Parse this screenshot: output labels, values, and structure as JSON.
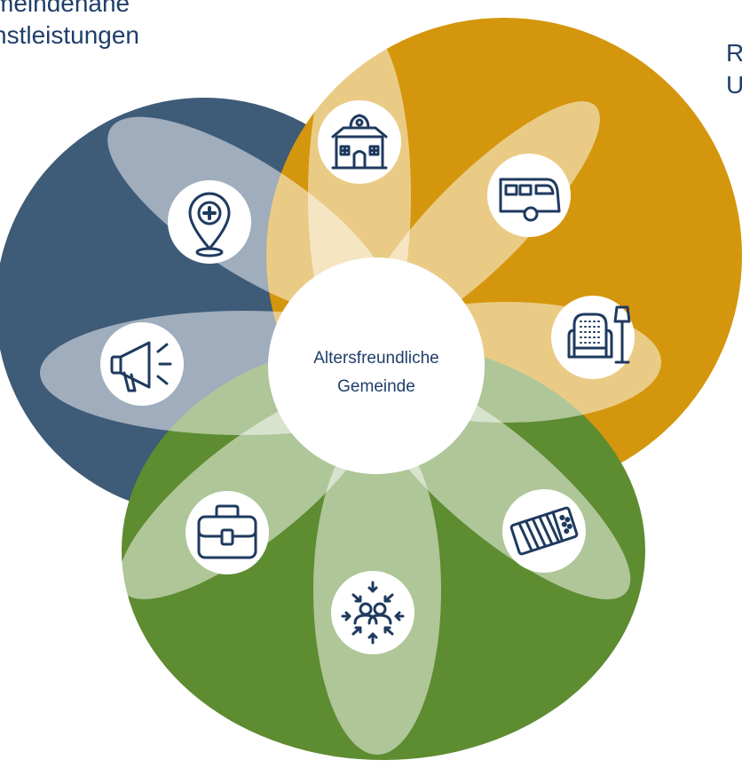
{
  "top_left_label": [
    "meindenahe",
    "nstleistungen"
  ],
  "top_right_label": [
    "R",
    "U"
  ],
  "center": {
    "line1": "Altersfreundliche",
    "line2": "Gemeinde"
  },
  "colors": {
    "blue": "#3e5b78",
    "gold": "#d4960d",
    "green": "#5e8c31",
    "text": "#1f3f6b",
    "icon_stroke": "#1f3a5f"
  },
  "icons": [
    "townhall-icon",
    "bus-icon",
    "armchair-lamp-icon",
    "accordion-icon",
    "gathering-people-icon",
    "briefcase-icon",
    "megaphone-icon",
    "location-medical-icon"
  ]
}
